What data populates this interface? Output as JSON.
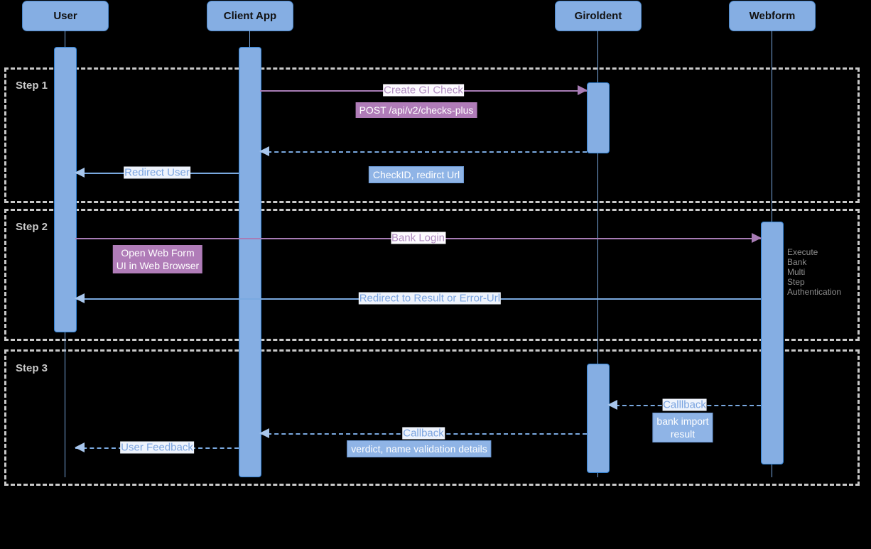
{
  "diagram": {
    "type": "sequence-diagram",
    "background": "#000000",
    "colors": {
      "participant_fill": "#85aee3",
      "participant_stroke": "#4a86c8",
      "purple_arrow": "#a87cb5",
      "blue_arrow": "#7aa9e0",
      "purple_note": "#b07cb8",
      "blue_note": "#8fb4e6",
      "frame_dash": "#c9c9c9",
      "side_note_text": "#8d8d8d"
    },
    "participants": [
      {
        "name": "User",
        "label": "User"
      },
      {
        "name": "Client App",
        "label": "Client App"
      },
      {
        "name": "Giroldent",
        "label": "Giroldent"
      },
      {
        "name": "Webform",
        "label": "Webform"
      }
    ],
    "frames": [
      {
        "label": "Step 1"
      },
      {
        "label": "Step 2"
      },
      {
        "label": "Step 3"
      }
    ],
    "messages": [
      {
        "id": "m1",
        "label": "Create GI Check",
        "from": "Client App",
        "to": "Giroldent",
        "style": "solid",
        "color": "purple",
        "direction": "right"
      },
      {
        "id": "m2",
        "label": "CheckID, redirct Url",
        "from": "Giroldent",
        "to": "Client App",
        "style": "dashed",
        "color": "blue",
        "direction": "left"
      },
      {
        "id": "m3",
        "label": "Redirect User",
        "from": "Client App",
        "to": "User",
        "style": "solid",
        "color": "blue",
        "direction": "left"
      },
      {
        "id": "m4",
        "label": "Bank Login",
        "from": "User",
        "to": "Webform",
        "style": "solid",
        "color": "purple",
        "direction": "right"
      },
      {
        "id": "m5",
        "label": "Redirect to Result or Error-Url",
        "from": "Webform",
        "to": "User",
        "style": "solid",
        "color": "blue",
        "direction": "left"
      },
      {
        "id": "m6",
        "label": "Calllback",
        "from": "Webform",
        "to": "Giroldent",
        "style": "dashed",
        "color": "blue",
        "direction": "left"
      },
      {
        "id": "m7",
        "label": "Callback",
        "from": "Giroldent",
        "to": "Client App",
        "style": "dashed",
        "color": "blue",
        "direction": "left"
      },
      {
        "id": "m8",
        "label": "User Feedback",
        "from": "Client App",
        "to": "User",
        "style": "dashed",
        "color": "blue",
        "direction": "left"
      }
    ],
    "notes": [
      {
        "id": "n1",
        "text": "POST /api/v2/checks-plus",
        "color": "purple"
      },
      {
        "id": "n2",
        "text": "CheckID, redirct Url",
        "color": "blue"
      },
      {
        "id": "n3",
        "text": "Open Web Form\nUI in Web Browser",
        "color": "purple"
      },
      {
        "id": "n4",
        "text": "bank import\nresult",
        "color": "blue"
      },
      {
        "id": "n5",
        "text": "verdict, name validation details",
        "color": "blue"
      }
    ],
    "side_notes": [
      {
        "id": "s1",
        "text": "Execute\nBank\nMulti\nStep\nAuthentication"
      }
    ]
  }
}
